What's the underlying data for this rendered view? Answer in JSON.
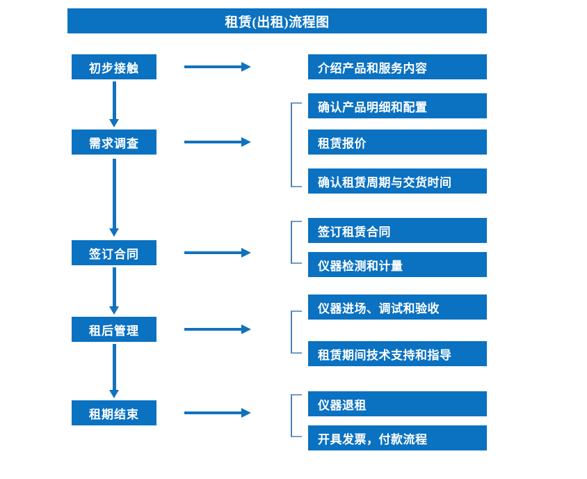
{
  "header": {
    "title": "租赁(出租)流程图"
  },
  "colors": {
    "box_blue": "#0b71c1",
    "arrow_blue": "#1272bd",
    "bracket_blue": "#4a7fb5",
    "text_white": "#ffffff",
    "background": "#ffffff"
  },
  "flow": {
    "stages": [
      {
        "label": "初步接触"
      },
      {
        "label": "需求调查"
      },
      {
        "label": "签订合同"
      },
      {
        "label": "租后管理"
      },
      {
        "label": "租期结束"
      }
    ],
    "details": [
      {
        "label": "介绍产品和服务内容"
      },
      {
        "label": "确认产品明细和配置"
      },
      {
        "label": "租赁报价"
      },
      {
        "label": "确认租赁周期与交货时间"
      },
      {
        "label": "签订租赁合同"
      },
      {
        "label": "仪器检测和计量"
      },
      {
        "label": "仪器进场、调试和验收"
      },
      {
        "label": "租赁期间技术支持和指导"
      },
      {
        "label": "仪器退租"
      },
      {
        "label": "开具发票，付款流程"
      }
    ],
    "groups": [
      {
        "stage": "需求调查",
        "details": [
          "确认产品明细和配置",
          "租赁报价",
          "确认租赁周期与交货时间"
        ]
      },
      {
        "stage": "签订合同",
        "details": [
          "签订租赁合同",
          "仪器检测和计量"
        ]
      },
      {
        "stage": "租后管理",
        "details": [
          "仪器进场、调试和验收",
          "租赁期间技术支持和指导"
        ]
      },
      {
        "stage": "租期结束",
        "details": [
          "仪器退租",
          "开具发票，付款流程"
        ]
      }
    ],
    "connectors": {
      "horizontal_arrow_count": 5,
      "vertical_arrow_count": 4,
      "bracket_count": 4
    }
  }
}
